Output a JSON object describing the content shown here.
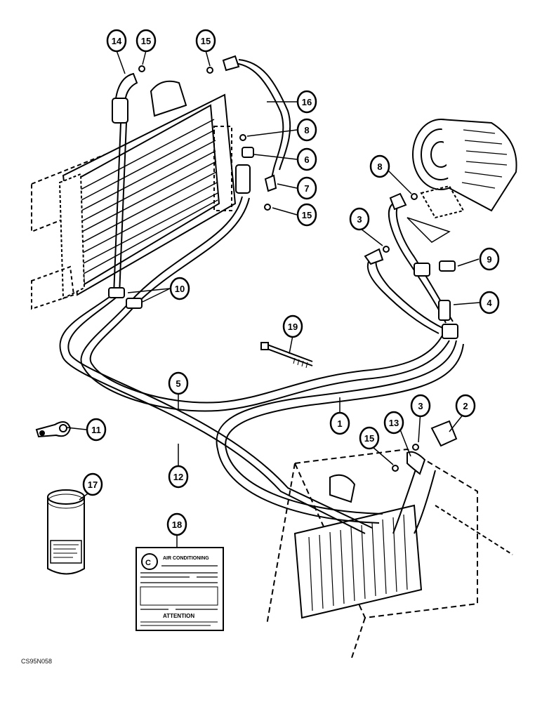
{
  "figure_code": "CS95N058",
  "callouts": [
    "14",
    "15",
    "15",
    "16",
    "8",
    "6",
    "7",
    "15",
    "8",
    "3",
    "9",
    "4",
    "10",
    "19",
    "5",
    "1",
    "3",
    "2",
    "13",
    "15",
    "11",
    "12",
    "17",
    "18"
  ],
  "decal": {
    "title": "AIR CONDITIONING",
    "attention": "ATTENTION"
  },
  "colors": {
    "ink": "#000000",
    "paper": "#ffffff"
  }
}
